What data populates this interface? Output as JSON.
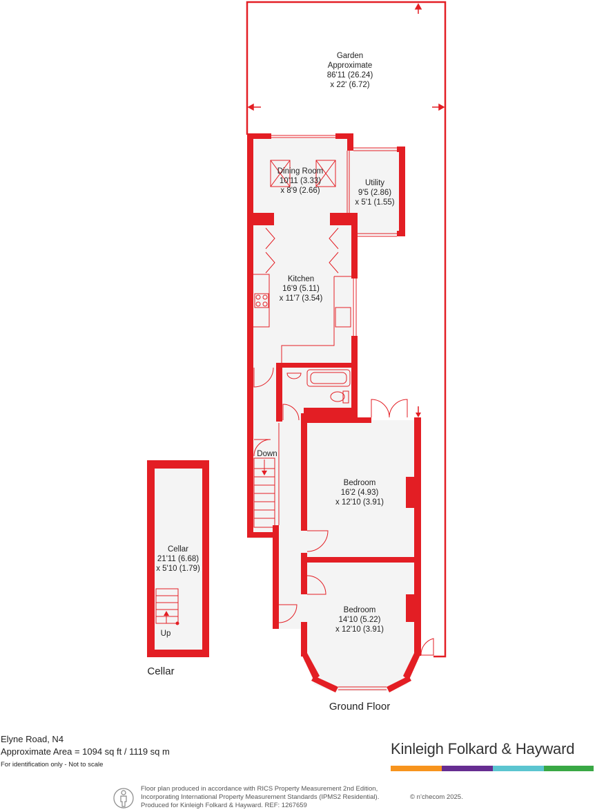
{
  "colors": {
    "wall": "#e31e24",
    "floor": "#f4f4f4",
    "lines": "#e31e24",
    "text": "#222222",
    "brand_orange": "#f7941d",
    "brand_purple": "#662d91",
    "brand_teal": "#5bc5d0",
    "brand_green": "#39a845"
  },
  "rooms": {
    "garden": {
      "line1": "Garden",
      "line2": "Approximate",
      "line3": "86'11 (26.24)",
      "line4": "x 22' (6.72)"
    },
    "dining": {
      "line1": "Dining Room",
      "line2": "10'11 (3.33)",
      "line3": "x 8'9 (2.66)"
    },
    "utility": {
      "line1": "Utility",
      "line2": "9'5 (2.86)",
      "line3": "x 5'1 (1.55)"
    },
    "kitchen": {
      "line1": "Kitchen",
      "line2": "16'9 (5.11)",
      "line3": "x 11'7 (3.54)"
    },
    "bedroom1": {
      "line1": "Bedroom",
      "line2": "16'2 (4.93)",
      "line3": "x 12'10 (3.91)"
    },
    "bedroom2": {
      "line1": "Bedroom",
      "line2": "14'10 (5.22)",
      "line3": "x 12'10 (3.91)"
    },
    "cellar": {
      "line1": "Cellar",
      "line2": "21'11 (6.68)",
      "line3": "x 5'10 (1.79)"
    }
  },
  "stairs": {
    "down_label": "Down",
    "up_label": "Up"
  },
  "floors": {
    "cellar_title": "Cellar",
    "ground_title": "Ground Floor"
  },
  "footer": {
    "address": "Elyne Road, N4",
    "area": "Approximate Area = 1094 sq ft / 1119 sq m",
    "note": "For identification only - Not to scale",
    "disclaimer_line1": "Floor plan produced in accordance with RICS Property Measurement 2nd Edition,",
    "disclaimer_line2": "Incorporating International Property Measurement Standards (IPMS2 Residential).",
    "disclaimer_line3": "Produced for Kinleigh Folkard & Hayward.   REF: 1267659",
    "copyright": "© n’checom 2025.",
    "brand": "Kinleigh Folkard & Hayward"
  },
  "icons": {
    "person": "person-silhouette-icon"
  }
}
